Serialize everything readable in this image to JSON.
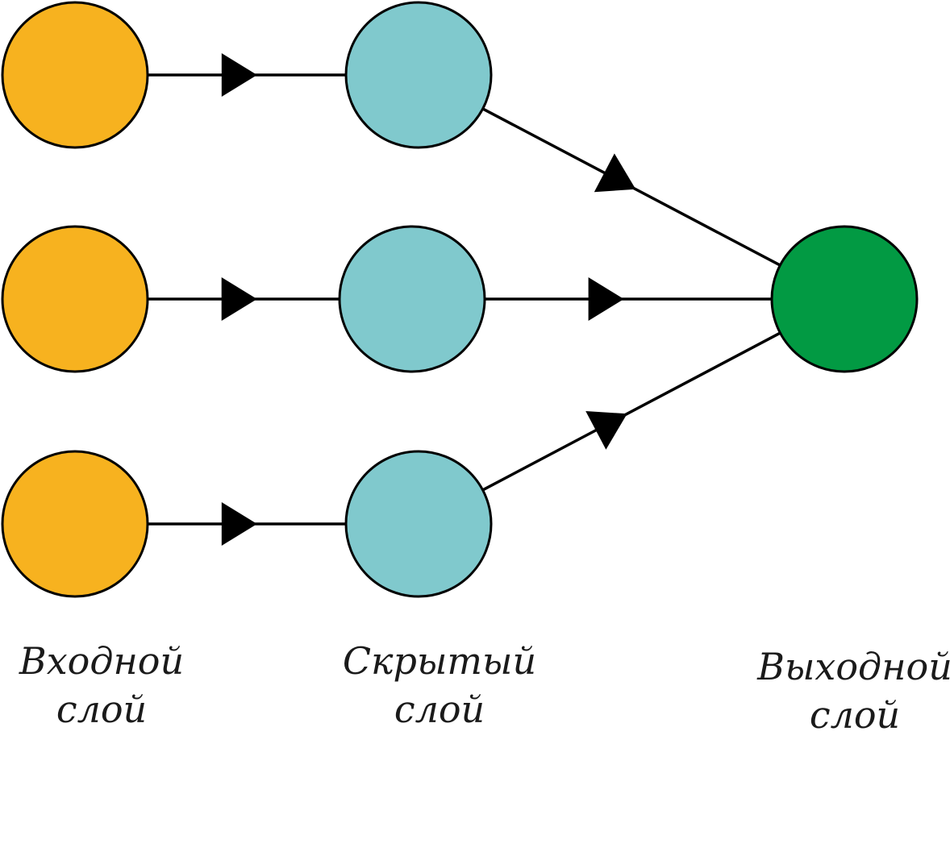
{
  "colors": {
    "input_node": "#f7b21f",
    "hidden_node": "#80c9cd",
    "output_node": "#029a43",
    "stroke": "#000000",
    "text": "#1a1a1a"
  },
  "layers": {
    "input": {
      "line1": "Входной",
      "line2": "слой"
    },
    "hidden": {
      "line1": "Скрытый",
      "line2": "слой"
    },
    "output": {
      "line1": "Выходной",
      "line2": "слой"
    }
  }
}
